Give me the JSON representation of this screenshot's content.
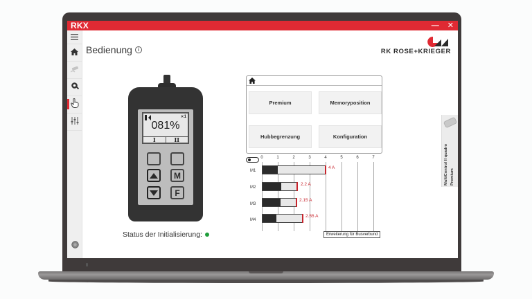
{
  "window": {
    "app_name": "RKX",
    "minimize_label": "—",
    "close_label": "✕",
    "accent_color": "#e02a33"
  },
  "sidebar": {
    "items": [
      {
        "id": "menu",
        "icon": "hamburger-icon"
      },
      {
        "id": "home",
        "icon": "home-icon"
      },
      {
        "id": "connection",
        "icon": "device-connect-icon",
        "disabled": true
      },
      {
        "id": "diagnostics",
        "icon": "gear-search-icon"
      },
      {
        "id": "operation",
        "icon": "hand-pointer-icon",
        "active": true
      },
      {
        "id": "settings",
        "icon": "sliders-icon"
      }
    ],
    "bottom_icon": "globe-icon"
  },
  "page": {
    "title": "Bedienung",
    "info_icon": "ⓘ"
  },
  "logo": {
    "text": "RK ROSE+KRIEGER"
  },
  "device": {
    "display_value": "081%",
    "signal_label": "⨯1",
    "tab_1": "I",
    "tab_2": "II",
    "buttons": {
      "up": "up",
      "down": "down",
      "m": "M",
      "f": "F"
    }
  },
  "status": {
    "label": "Status der Initialisierung:",
    "state_color": "#1f9d3a"
  },
  "menu_panel": {
    "home_icon": "home-icon",
    "buttons": [
      "Premium",
      "Memoryposition",
      "Hubbegrenzung",
      "Konfiguration"
    ]
  },
  "current_chart": {
    "axis_ticks": [
      "0",
      "1",
      "2",
      "3",
      "4",
      "5",
      "6",
      "7"
    ],
    "motors": [
      {
        "label": "M1",
        "max": 4.0,
        "current": 1.0,
        "value_label": "4 A"
      },
      {
        "label": "M2",
        "max": 2.2,
        "current": 1.2,
        "value_label": "2.2 A"
      },
      {
        "label": "M3",
        "max": 2.15,
        "current": 1.15,
        "value_label": "2.15 A"
      },
      {
        "label": "M4",
        "max": 2.55,
        "current": 0.9,
        "value_label": "2.55 A"
      }
    ],
    "extension_button": "Erweiterung für Busverbund"
  },
  "product_tab": {
    "line1": "MultiControl II quadro",
    "line2": "Premium"
  }
}
